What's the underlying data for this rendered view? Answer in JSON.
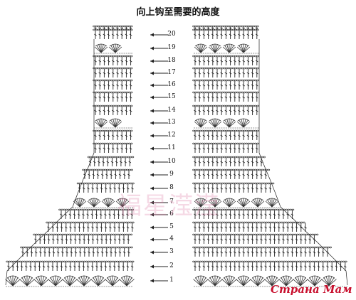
{
  "header": {
    "title": "向上钩至需要的高度"
  },
  "rows": [
    "1",
    "2",
    "3",
    "4",
    "5",
    "6",
    "7",
    "8",
    "9",
    "10",
    "11",
    "12",
    "13",
    "14",
    "15",
    "16",
    "17",
    "18",
    "19",
    "20"
  ],
  "watermark": {
    "text": "福星滢滢"
  },
  "brand": {
    "word1": "Страна",
    "word2": "Мам",
    "color": "#c8102e"
  },
  "colors": {
    "ink": "#222222",
    "shell_accent": "#333333"
  }
}
